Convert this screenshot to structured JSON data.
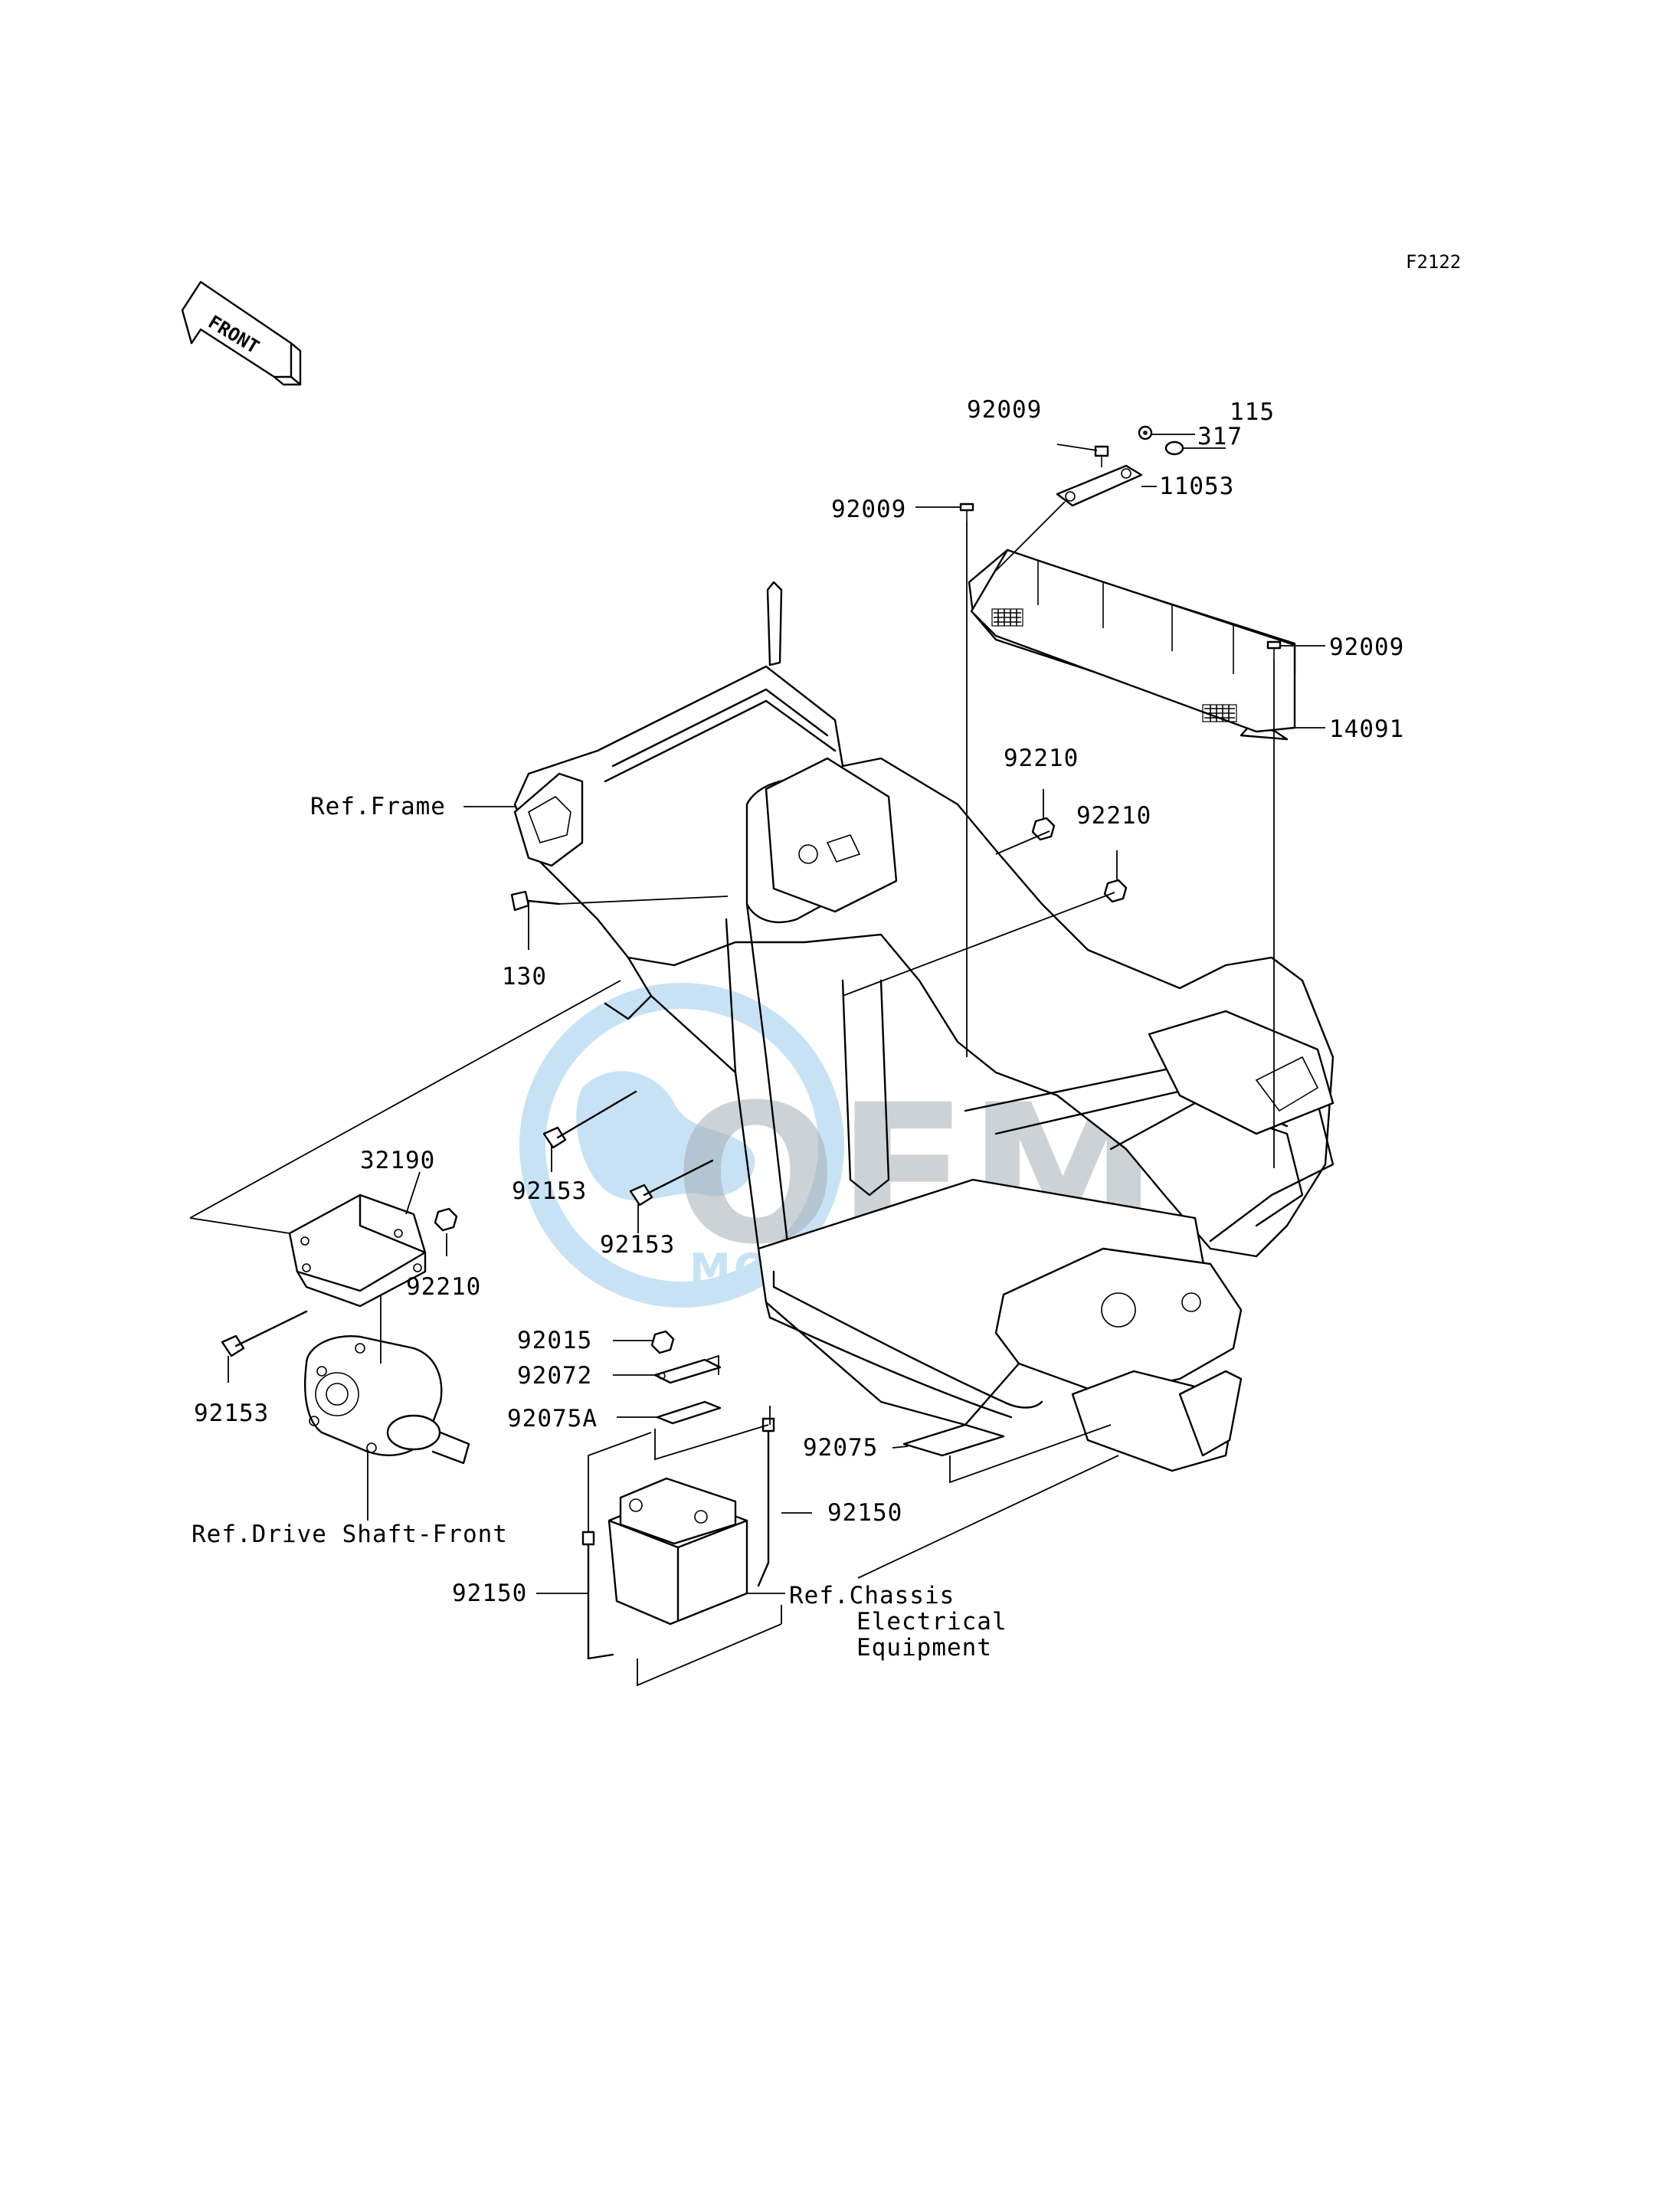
{
  "diagram_code": "F2122",
  "front_arrow": {
    "text": "FRONT",
    "icon": "front-direction-arrow-icon"
  },
  "watermark": {
    "brand": "OEM",
    "sub": "MOTORPARTS",
    "color": "#5aa9e6"
  },
  "callouts": {
    "p92009_top": "92009",
    "p115": "115",
    "p317": "317",
    "p11053": "11053",
    "p92009_mid": "92009",
    "p92009_right": "92009",
    "p14091": "14091",
    "p92210_a": "92210",
    "p92210_b": "92210",
    "ref_frame": "Ref.Frame",
    "p130": "130",
    "p32190": "32190",
    "p92153_a": "92153",
    "p92153_b": "92153",
    "p92210_c": "92210",
    "p92153_c": "92153",
    "ref_drive_shaft": "Ref.Drive Shaft-Front",
    "p92015": "92015",
    "p92072": "92072",
    "p92075A": "92075A",
    "p92075": "92075",
    "p92150_a": "92150",
    "p92150_b": "92150",
    "ref_chassis_1": "Ref.Chassis",
    "ref_chassis_2": "Electrical",
    "ref_chassis_3": "Equipment"
  }
}
